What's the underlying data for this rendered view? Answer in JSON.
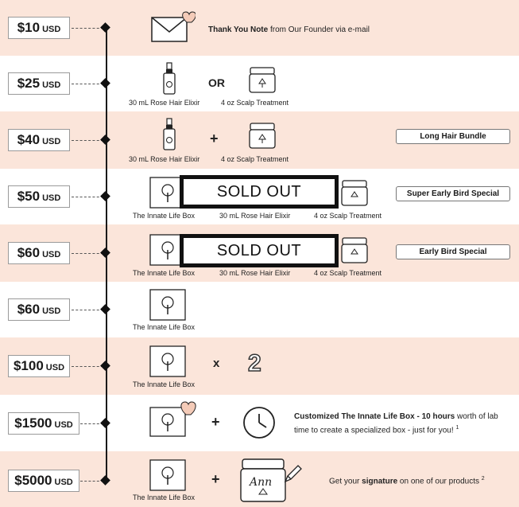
{
  "tiers": [
    {
      "amount": "$10",
      "currency": "USD"
    },
    {
      "amount": "$25",
      "currency": "USD"
    },
    {
      "amount": "$40",
      "currency": "USD"
    },
    {
      "amount": "$50",
      "currency": "USD"
    },
    {
      "amount": "$60",
      "currency": "USD"
    },
    {
      "amount": "$60",
      "currency": "USD"
    },
    {
      "amount": "$100",
      "currency": "USD"
    },
    {
      "amount": "$1500",
      "currency": "USD"
    },
    {
      "amount": "$5000",
      "currency": "USD"
    }
  ],
  "tier1": {
    "bold": "Thank You Note",
    "rest": " from Our Founder via e-mail"
  },
  "labels": {
    "elixir": "30 mL Rose Hair Elixir",
    "scalp": "4 oz Scalp Treatment",
    "box": "The Innate Life Box"
  },
  "operators": {
    "or": "OR",
    "plus": "+",
    "times": "x",
    "two": "2"
  },
  "badges": {
    "long_hair": "Long Hair Bundle",
    "super_early": "Super Early Bird Special",
    "early": "Early Bird Special"
  },
  "sold_out": "SOLD OUT",
  "tier8": {
    "bold": "Customized The Innate Life Box - 10 hours",
    "rest": " worth of lab time to create a specialized box - just for you!",
    "note": "1"
  },
  "tier9": {
    "pre": "Get your ",
    "bold": "signature",
    "rest": " on one of our products",
    "note": "2"
  },
  "jar_signature": "Ann",
  "colors": {
    "pink_band": "#fbe5da",
    "accent_heart": "#f4cbb8",
    "ink": "#1a1a1a"
  }
}
